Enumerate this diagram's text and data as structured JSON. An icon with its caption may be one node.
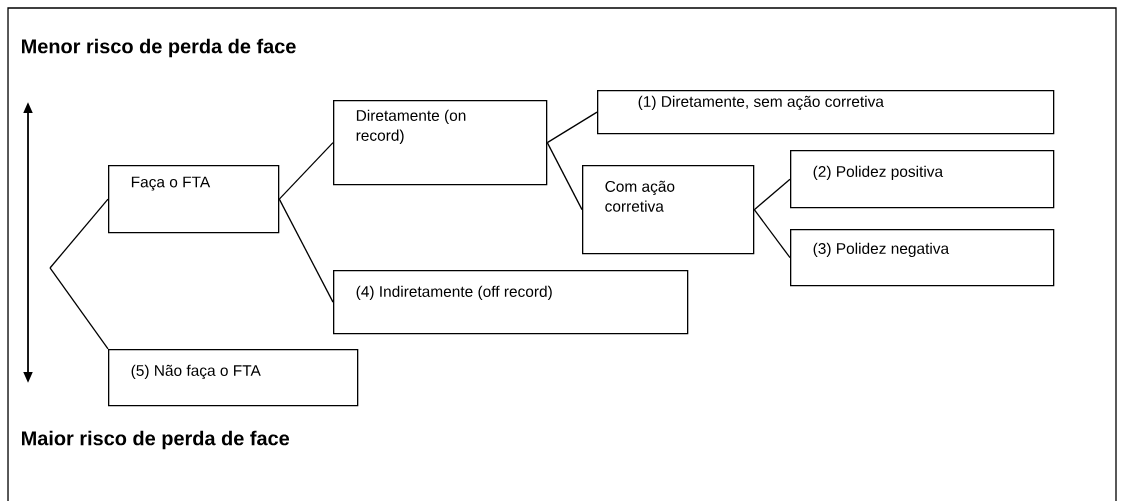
{
  "diagram": {
    "nodes": [
      {
        "text": [
          "Faça o FTA"
        ]
      },
      {
        "text": [
          "Diretamente (on record)"
        ]
      },
      {
        "text": [
          "(1)   Diretamente, sem ação corretiva"
        ]
      },
      {
        "text": [
          "Com ação corretiva"
        ]
      },
      {
        "text": [
          "(2) Polidez positiva"
        ]
      },
      {
        "text": [
          "(3) Polidez negativa"
        ]
      },
      {
        "text": [
          "(4) Indiretamente (off record)"
        ]
      },
      {
        "text": [
          "(5) Não faça o FTA"
        ]
      }
    ],
    "edges": [
      {
        "from": null,
        "to": 0,
        "arrow": "none"
      },
      {
        "from": null,
        "to": 7,
        "arrow": "none"
      },
      {
        "from": 0,
        "to": 1,
        "arrow": "none"
      },
      {
        "from": 0,
        "to": 6,
        "arrow": "none"
      },
      {
        "from": 1,
        "to": 2,
        "arrow": "none"
      },
      {
        "from": 1,
        "to": 3,
        "arrow": "none"
      },
      {
        "from": 3,
        "to": 4,
        "arrow": "none"
      },
      {
        "from": 3,
        "to": 5,
        "arrow": "none"
      }
    ],
    "labels": [
      "Menor risco de perda de face",
      "Maior risco de perda de face"
    ]
  }
}
